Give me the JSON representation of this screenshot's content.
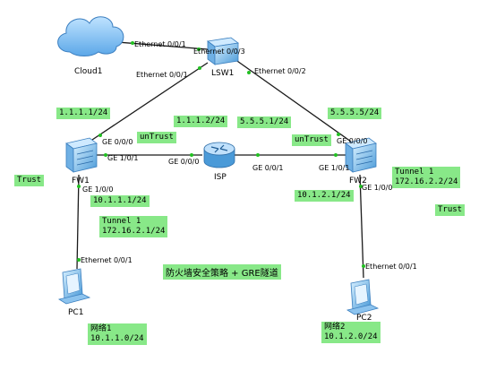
{
  "title": "防火墙安全策略 + GRE隧道",
  "devices": {
    "cloud1": "Cloud1",
    "lsw1": "LSW1",
    "fw1": "FW1",
    "fw2": "FW2",
    "isp": "ISP",
    "pc1": "PC1",
    "pc2": "PC2"
  },
  "ports": {
    "cloud1_port": "Ethernet 0/0/1",
    "lsw1_p3": "Ethernet 0/0/3",
    "lsw1_p1": "Ethernet 0/0/1",
    "lsw1_p2": "Ethernet 0/0/2",
    "fw1_g000": "GE 0/0/0",
    "fw1_g101": "GE 1/0/1",
    "isp_g000": "GE 0/0/0",
    "isp_g001": "GE 0/0/1",
    "fw2_g101": "GE 1/0/1",
    "fw2_g000": "GE 0/0/0",
    "fw1_g100": "GE 1/0/0",
    "fw2_g100": "GE 1/0/0",
    "pc1_port": "Ethernet 0/0/1",
    "pc2_port": "Ethernet 0/0/1"
  },
  "tags": {
    "fw1_out_ip": "1.1.1.1/24",
    "isp_left_ip": "1.1.1.2/24",
    "isp_right_ip": "5.5.5.1/24",
    "fw2_out_ip": "5.5.5.5/24",
    "fw1_untrust": "unTrust",
    "fw2_untrust": "unTrust",
    "fw1_trust": "Trust",
    "fw2_trust": "Trust",
    "fw1_in_ip": "10.1.1.1/24",
    "fw2_in_ip": "10.1.2.1/24",
    "tunnel1_fw1_name": "Tunnel 1",
    "tunnel1_fw1_ip": "172.16.2.1/24",
    "tunnel1_fw2_name": "Tunnel 1",
    "tunnel1_fw2_ip": "172.16.2.2/24",
    "net1_name": "网络1",
    "net1_ip": "10.1.1.0/24",
    "net2_name": "网络2",
    "net2_ip": "10.1.2.0/24"
  },
  "colors": {
    "tag_background": "#88e888",
    "link_endpoint": "#22c022",
    "device_blue": "#4a9ad8"
  }
}
